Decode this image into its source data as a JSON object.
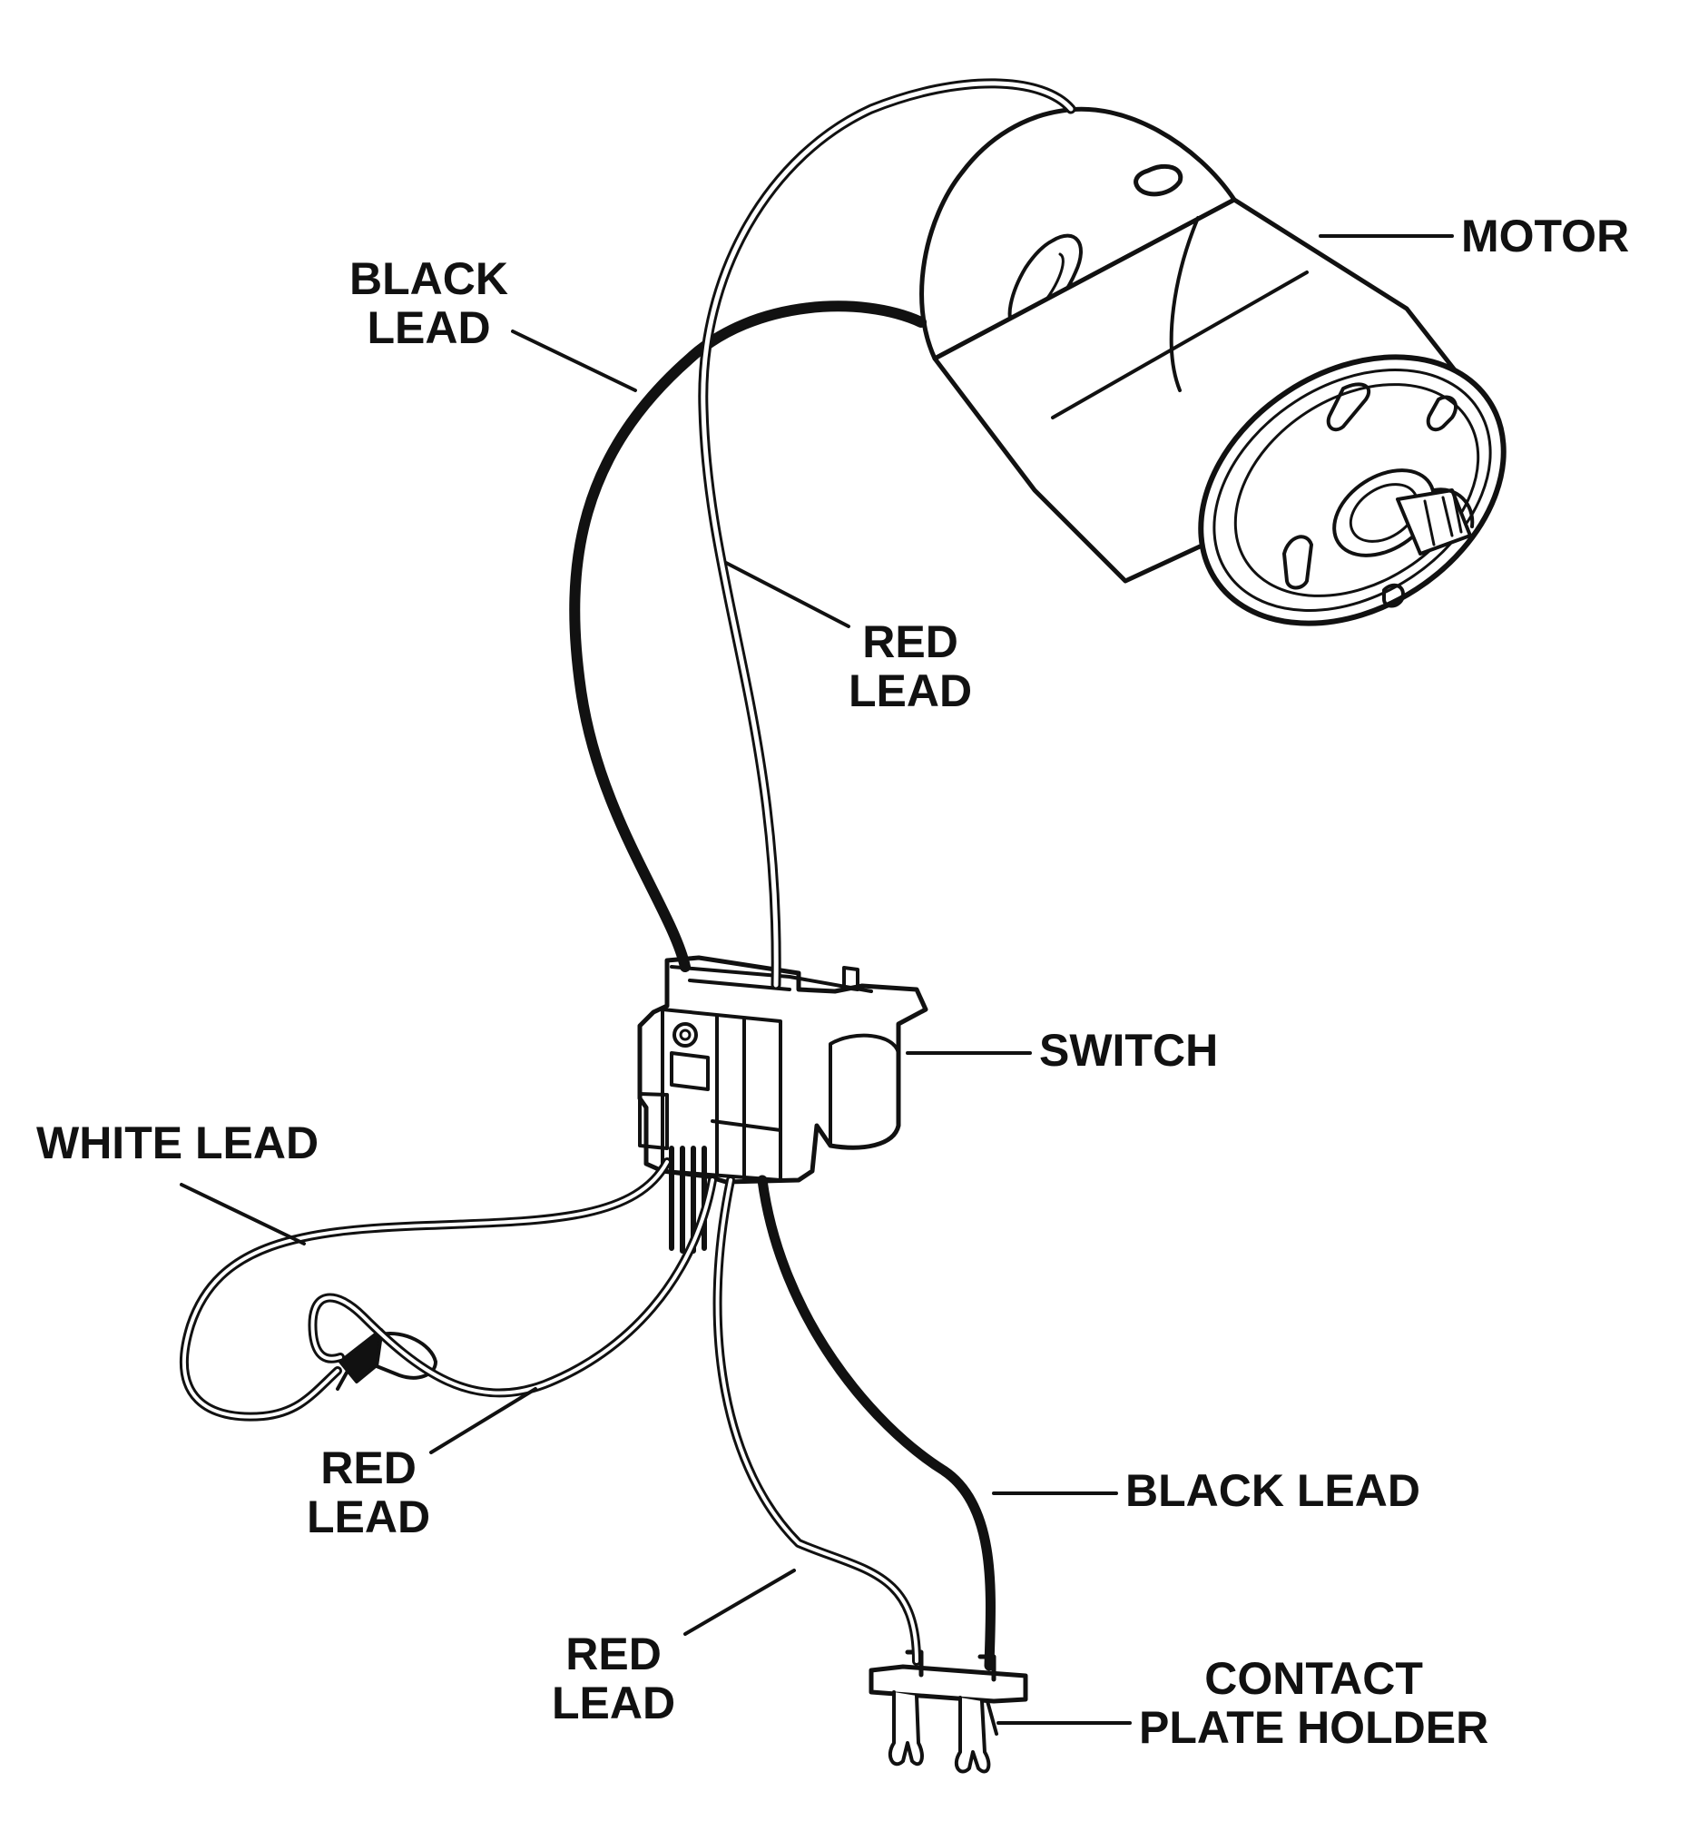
{
  "labels": {
    "motor": "MOTOR",
    "black_lead_top": [
      "BLACK",
      "LEAD"
    ],
    "red_lead_top": [
      "RED",
      "LEAD"
    ],
    "switch": "SWITCH",
    "white_lead": "WHITE LEAD",
    "red_lead_left": [
      "RED",
      "LEAD"
    ],
    "black_lead_bottom": "BLACK LEAD",
    "red_lead_bottom": [
      "RED",
      "LEAD"
    ],
    "contact_plate_holder": [
      "CONTACT",
      "PLATE HOLDER"
    ]
  },
  "colors": {
    "ink": "#111111",
    "background": "#ffffff"
  }
}
